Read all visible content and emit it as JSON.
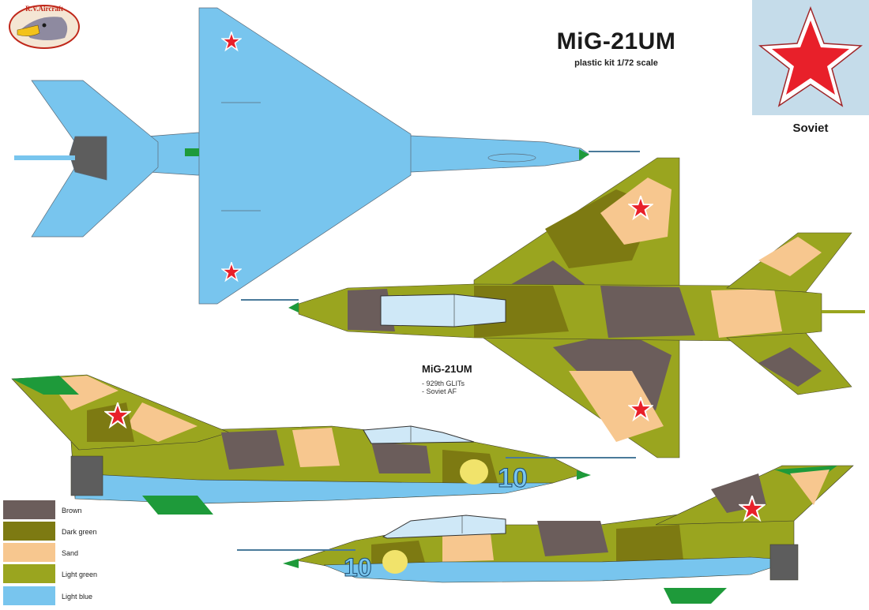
{
  "header": {
    "title": "MiG-21UM",
    "subtitle": "plastic kit 1/72 scale"
  },
  "logo": {
    "text": "R.V.Aircraft",
    "icon": "eagle-head-icon"
  },
  "roundel": {
    "caption": "Soviet",
    "icon": "red-star-icon"
  },
  "aircraft_info": {
    "title": "MiG-21UM",
    "lines": [
      "- 929th GLITs",
      "- Soviet  AF"
    ]
  },
  "side_number": "10",
  "legend": [
    {
      "label": "Brown",
      "color": "#6b5d5b"
    },
    {
      "label": "Dark green",
      "color": "#7d7a12"
    },
    {
      "label": "Sand",
      "color": "#f7c78f"
    },
    {
      "label": "Light green",
      "color": "#9aa51f"
    },
    {
      "label": "Light blue",
      "color": "#78c5ee"
    }
  ],
  "colors": {
    "brown": "#6b5d5b",
    "dark_green": "#7d7a12",
    "sand": "#f7c78f",
    "light_green": "#9aa51f",
    "light_blue": "#78c5ee",
    "star_red": "#e8202a",
    "canopy": "#cfe8f7",
    "bright_green": "#1e9a3a"
  }
}
